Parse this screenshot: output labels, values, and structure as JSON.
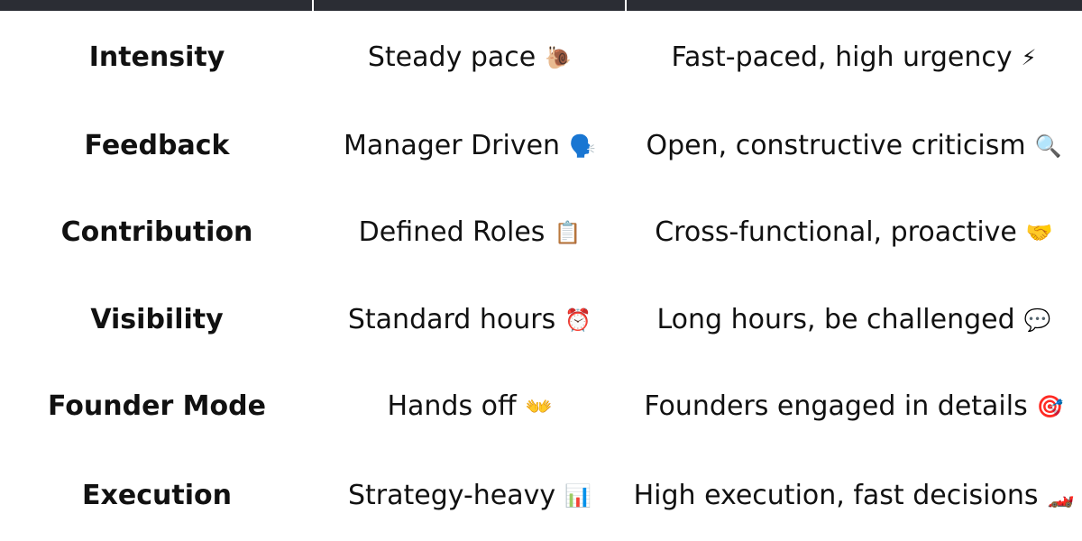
{
  "table": {
    "rows": [
      {
        "label": "Intensity",
        "col_a": {
          "text": "Steady pace",
          "emoji": "🐌",
          "icon": "snail-icon"
        },
        "col_b": {
          "text": "Fast-paced, high urgency",
          "emoji": "⚡",
          "icon": "lightning-icon"
        }
      },
      {
        "label": "Feedback",
        "col_a": {
          "text": "Manager Driven",
          "emoji": "🗣️",
          "icon": "speaking-head-icon"
        },
        "col_b": {
          "text": "Open, constructive criticism",
          "emoji": "🔍",
          "icon": "magnifying-glass-icon"
        }
      },
      {
        "label": "Contribution",
        "col_a": {
          "text": "Defined Roles",
          "emoji": "📋",
          "icon": "clipboard-icon"
        },
        "col_b": {
          "text": "Cross-functional, proactive",
          "emoji": "🤝",
          "icon": "handshake-icon"
        }
      },
      {
        "label": "Visibility",
        "col_a": {
          "text": "Standard hours",
          "emoji": "⏰",
          "icon": "alarm-clock-icon"
        },
        "col_b": {
          "text": "Long hours, be challenged",
          "emoji": "💬",
          "icon": "speech-bubble-icon"
        }
      },
      {
        "label": "Founder Mode",
        "col_a": {
          "text": "Hands off",
          "emoji": "👐",
          "icon": "open-hands-icon"
        },
        "col_b": {
          "text": "Founders engaged in details",
          "emoji": "🎯",
          "icon": "target-icon"
        }
      },
      {
        "label": "Execution",
        "col_a": {
          "text": "Strategy-heavy",
          "emoji": "📊",
          "icon": "bar-chart-icon"
        },
        "col_b": {
          "text": "High execution, fast decisions",
          "emoji": "🏎️",
          "icon": "race-car-icon"
        }
      }
    ]
  }
}
